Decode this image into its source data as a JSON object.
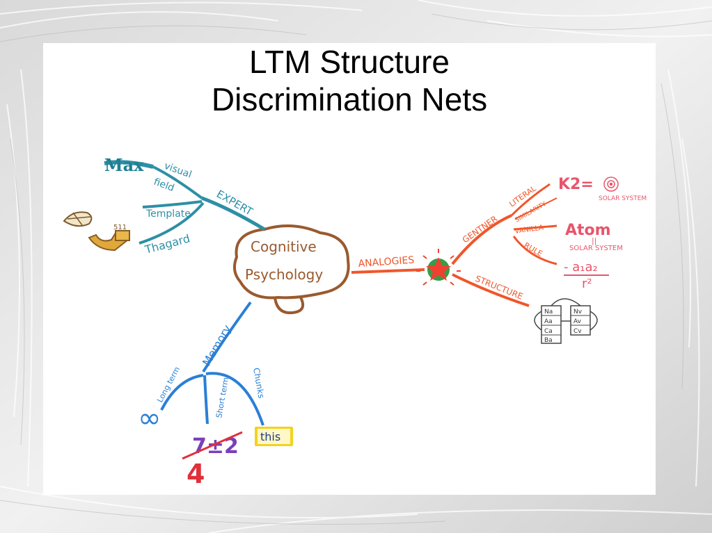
{
  "slide": {
    "title_line1": "LTM Structure",
    "title_line2": "Discrimination Nets"
  },
  "mindmap": {
    "center": {
      "line1": "Cognitive",
      "line2": "Psychology"
    },
    "expert_branch": {
      "label": "EXPERT",
      "items": [
        "Max",
        "visual",
        "field",
        "Template",
        "Thagard"
      ],
      "pipe_mark": "511"
    },
    "analogies_branch": {
      "label": "ANALOGIES",
      "sub_labels": [
        "GENTNER",
        "LITERAL",
        "SIMILARITY",
        "VANILLA",
        "RULE",
        "STRUCTURE"
      ],
      "k2_label": "K2=",
      "k2_caption": "SOLAR SYSTEM",
      "atom_label": "Atom",
      "atom_equals": "||",
      "atom_caption": "SOLAR SYSTEM",
      "formula_numerator": "- a₁a₂",
      "formula_denominator": "r²",
      "structure_boxes": {
        "left": [
          "Na",
          "Aa",
          "Ca",
          "Ba"
        ],
        "right": [
          "Nv",
          "Av",
          "Cv"
        ]
      }
    },
    "memory_branch": {
      "label": "Memory",
      "long_term": "Long term",
      "short_term": "Short term",
      "chunks": "Chunks",
      "infinity": "∞",
      "seven": "7±2",
      "four": "4",
      "this_word": "this"
    }
  },
  "colors": {
    "brown": "#9a5a2e",
    "teal": "#2d8fa6",
    "orange": "#f0562a",
    "pink": "#e8556b",
    "blue": "#2a7fd6",
    "purple": "#7b3fb8",
    "red": "#e0303a",
    "yellow": "#f2d21e"
  }
}
